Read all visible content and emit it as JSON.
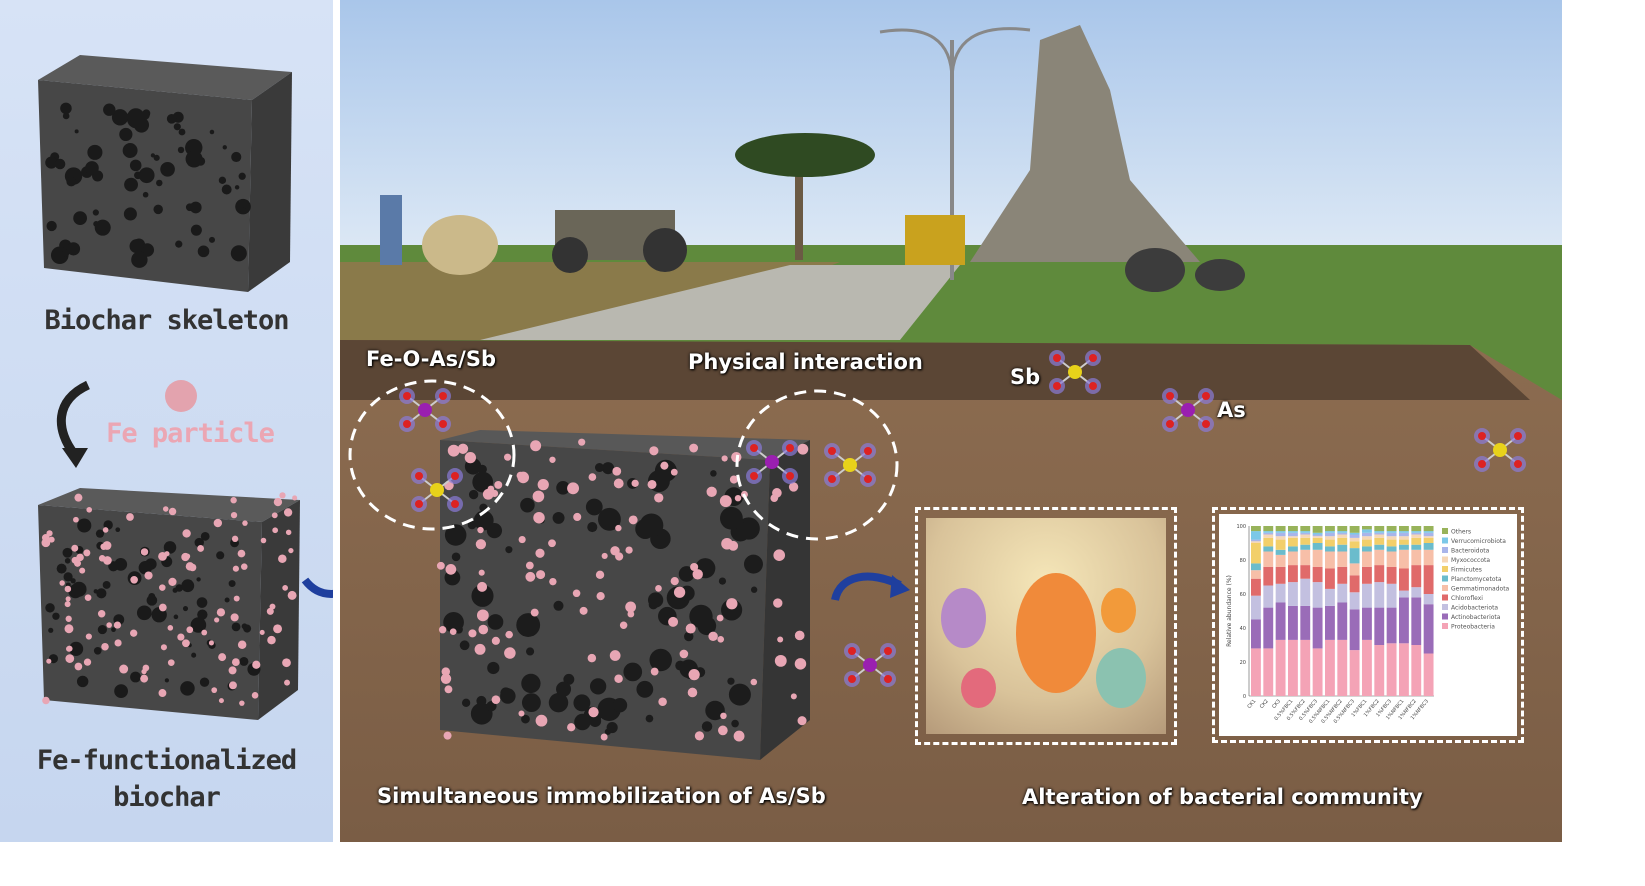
{
  "left_panel": {
    "skeleton_label": "Biochar skeleton",
    "particle_label": "Fe particle",
    "functionalized_label_line1": "Fe-functionalized",
    "functionalized_label_line2": "biochar"
  },
  "scene": {
    "fe_o_label": "Fe-O-As/Sb",
    "physical_label": "Physical interaction",
    "sb_label": "Sb",
    "as_label": "As",
    "immobilization_label": "Simultaneous immobilization of As/Sb",
    "bacterial_label": "Alteration of bacterial community"
  },
  "colors": {
    "biochar": "#4a4a4a",
    "fe_particle": "#e8a6b4",
    "panel_bg": "#cfdcf2",
    "soil": "#8a6a4d",
    "arrow": "#1f3f9e"
  },
  "chart_data": {
    "type": "bar",
    "stacked": true,
    "ylabel": "Relative abundance (%)",
    "ylim": [
      0,
      100
    ],
    "yticks": [
      "0",
      "20",
      "40",
      "60",
      "80",
      "100"
    ],
    "legend_position": "right",
    "categories": [
      "CK1",
      "CK2",
      "CK3",
      "0.5%FBC1",
      "0.5%FBC2",
      "0.5%FBC3",
      "0.5%NFBC1",
      "0.5%NFBC2",
      "0.5%NFBC3",
      "1%FBC1",
      "1%FBC2",
      "1%FBC3",
      "1%NFBC1",
      "1%NFBC2",
      "1%NFBC3"
    ],
    "series": [
      {
        "name": "Proteobacteria",
        "color": "#f4a3b6",
        "values": [
          28,
          28,
          33,
          33,
          33,
          28,
          33,
          33,
          27,
          33,
          30,
          31,
          31,
          30,
          25
        ]
      },
      {
        "name": "Actinobacteriota",
        "color": "#9a6cb8",
        "values": [
          17,
          24,
          22,
          20,
          20,
          24,
          20,
          22,
          24,
          19,
          22,
          21,
          27,
          28,
          29
        ]
      },
      {
        "name": "Acidobacteriota",
        "color": "#c3c0e0",
        "values": [
          14,
          13,
          11,
          14,
          16,
          15,
          10,
          11,
          10,
          14,
          15,
          14,
          4,
          6,
          6
        ]
      },
      {
        "name": "Chloroflexi",
        "color": "#e06a6a",
        "values": [
          10,
          11,
          10,
          10,
          8,
          9,
          12,
          10,
          10,
          10,
          10,
          10,
          13,
          13,
          17
        ]
      },
      {
        "name": "Gemmatimonadota",
        "color": "#f7bfa8",
        "values": [
          5,
          9,
          7,
          8,
          9,
          10,
          10,
          9,
          7,
          9,
          9,
          9,
          11,
          9,
          9
        ]
      },
      {
        "name": "Planctomycetota",
        "color": "#6bbccc",
        "values": [
          4,
          3,
          3,
          3,
          3,
          4,
          3,
          4,
          9,
          3,
          3,
          3,
          3,
          3,
          4
        ]
      },
      {
        "name": "Firmicutes",
        "color": "#f2cf6a",
        "values": [
          12,
          5,
          6,
          5,
          4,
          3,
          4,
          4,
          4,
          4,
          4,
          4,
          3,
          4,
          3
        ]
      },
      {
        "name": "Myxococcota",
        "color": "#f6d7b6",
        "values": [
          1,
          2,
          2,
          1,
          2,
          1,
          2,
          2,
          2,
          2,
          2,
          2,
          2,
          2,
          1
        ]
      },
      {
        "name": "Bacteroidota",
        "color": "#a9b5ea",
        "values": [
          1,
          1,
          2,
          2,
          1,
          1,
          2,
          1,
          2,
          2,
          1,
          2,
          2,
          1,
          2
        ]
      },
      {
        "name": "Verrucomicrobiota",
        "color": "#7cc8e8",
        "values": [
          5,
          1,
          1,
          1,
          1,
          1,
          1,
          1,
          1,
          2,
          1,
          1,
          1,
          1,
          1
        ]
      },
      {
        "name": "Others",
        "color": "#98b35a",
        "values": [
          3,
          3,
          3,
          3,
          3,
          4,
          3,
          3,
          4,
          2,
          3,
          3,
          3,
          3,
          3
        ]
      }
    ]
  }
}
